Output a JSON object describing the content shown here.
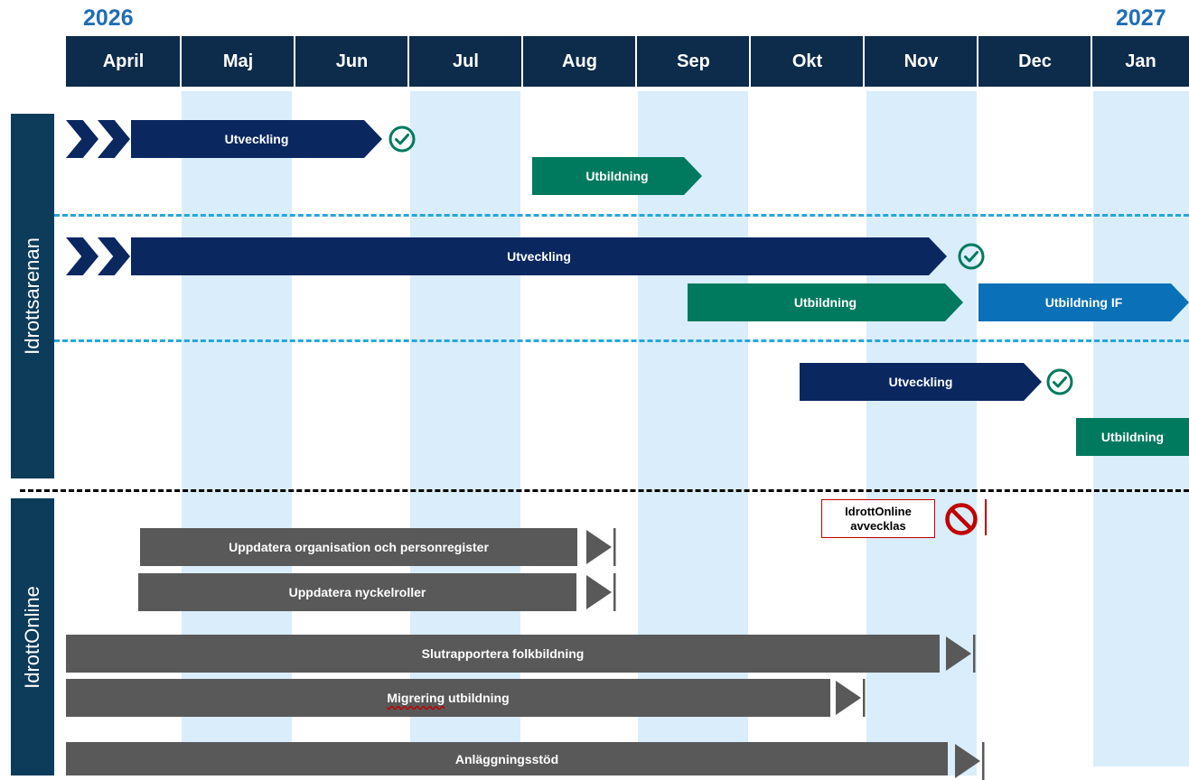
{
  "years": {
    "start": "2026",
    "end": "2027"
  },
  "months": [
    "April",
    "Maj",
    "Jun",
    "Jul",
    "Aug",
    "Sep",
    "Okt",
    "Nov",
    "Dec",
    "Jan"
  ],
  "sections": {
    "top": "Idrottsarenan",
    "bottom": "IdrottOnline"
  },
  "idrottsarenan": {
    "row1": {
      "dev": "Utveckling",
      "edu": "Utbildning"
    },
    "row2": {
      "dev": "Utveckling",
      "edu": "Utbildning",
      "edu_if": "Utbildning IF"
    },
    "row3": {
      "dev": "Utveckling",
      "edu": "Utbildning"
    }
  },
  "idrottonline": {
    "notice": {
      "line1": "IdrottOnline",
      "line2": "avvecklas"
    },
    "tasks": {
      "org": "Uppdatera organisation och personregister",
      "roles": "Uppdatera nyckelroller",
      "folkbildning": "Slutrapportera folkbildning",
      "migrering_a": "Migrering",
      "migrering_b": " utbildning",
      "anlaggning": "Anläggningsstöd"
    }
  },
  "colors": {
    "header": "#0d2b4a",
    "year": "#1f6eb5",
    "stripe": "#d9edfb",
    "dev": "#0b2760",
    "edu": "#007a5e",
    "edu_if": "#0a70b8",
    "task": "#595959",
    "check": "#007a5e",
    "ban": "#c00000"
  }
}
